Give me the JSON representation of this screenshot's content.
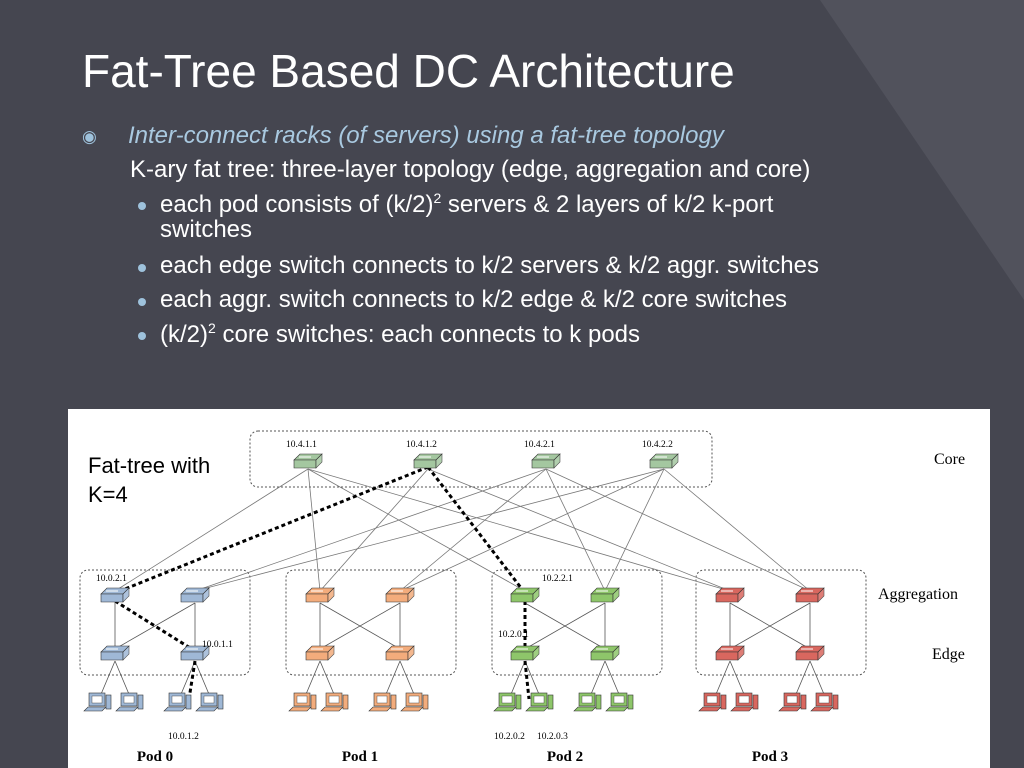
{
  "title": "Fat-Tree Based DC Architecture",
  "bullets": {
    "main": "Inter-connect racks (of servers) using a fat-tree topology",
    "sub": "K-ary fat tree: three-layer topology (edge, aggregation and core)",
    "items": [
      {
        "pre": "each pod consists of (k/2)",
        "sup": "2",
        "post": " servers & 2 layers of k/2 k-port",
        "line2": "switches"
      },
      {
        "text": "each edge switch connects to k/2 servers & k/2 aggr. switches"
      },
      {
        "text": "each aggr. switch connects to k/2 edge & k/2 core switches"
      },
      {
        "pre": "(k/2)",
        "sup": "2",
        "post": " core switches: each connects to k pods"
      }
    ]
  },
  "figure": {
    "caption_line1": "Fat-tree  with",
    "caption_line2": "K=4",
    "layers": {
      "core": "Core",
      "aggregation": "Aggregation",
      "edge": "Edge"
    },
    "core_addresses": [
      "10.4.1.1",
      "10.4.1.2",
      "10.4.2.1",
      "10.4.2.2"
    ],
    "pod_labels": [
      "Pod 0",
      "Pod 1",
      "Pod 2",
      "Pod 3"
    ],
    "addresses": {
      "pod0_aggr": "10.0.2.1",
      "pod0_edge": "10.0.1.1",
      "pod0_host": "10.0.1.2",
      "pod2_aggr": "10.2.2.1",
      "pod2_edge": "10.2.0.1",
      "pod2_host_a": "10.2.0.2",
      "pod2_host_b": "10.2.0.3"
    },
    "pod_colors": [
      "#9fb8d6",
      "#f3ac7c",
      "#8ec66a",
      "#d9675f"
    ]
  }
}
